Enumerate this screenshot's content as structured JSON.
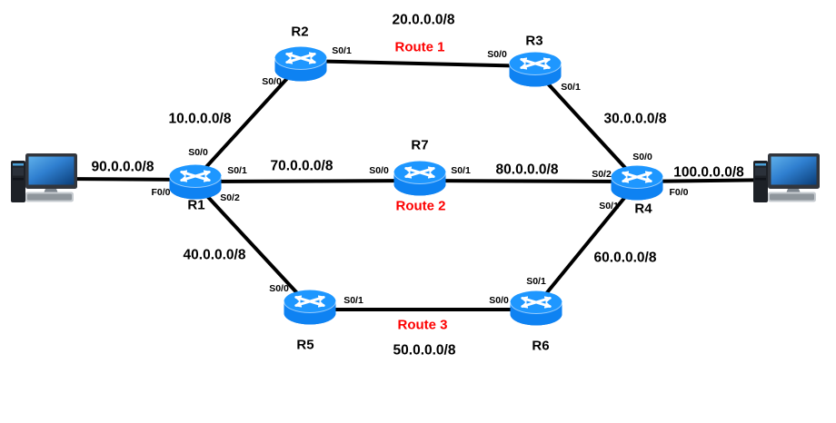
{
  "diagram": {
    "type": "network-topology",
    "colors": {
      "link": "#000000",
      "router_top": "#1e97ff",
      "router_body": "#0e82f2",
      "router_bottom": "#0a6edc",
      "route_label": "#fd0000",
      "text": "#000000",
      "screen_blue": "#2f7fd0"
    },
    "routers": [
      {
        "name": "R1",
        "interfaces": [
          {
            "label": "S0/0"
          },
          {
            "label": "S0/1"
          },
          {
            "label": "S0/2"
          },
          {
            "label": "F0/0"
          }
        ]
      },
      {
        "name": "R2",
        "interfaces": [
          {
            "label": "S0/0"
          },
          {
            "label": "S0/1"
          }
        ]
      },
      {
        "name": "R3",
        "interfaces": [
          {
            "label": "S0/0"
          },
          {
            "label": "S0/1"
          }
        ]
      },
      {
        "name": "R4",
        "interfaces": [
          {
            "label": "S0/0"
          },
          {
            "label": "S0/2"
          },
          {
            "label": "S0/1"
          },
          {
            "label": "F0/0"
          }
        ]
      },
      {
        "name": "R5",
        "interfaces": [
          {
            "label": "S0/0"
          },
          {
            "label": "S0/1"
          }
        ]
      },
      {
        "name": "R6",
        "interfaces": [
          {
            "label": "S0/0"
          },
          {
            "label": "S0/1"
          }
        ]
      },
      {
        "name": "R7",
        "interfaces": [
          {
            "label": "S0/0"
          },
          {
            "label": "S0/1"
          }
        ]
      }
    ],
    "pcs": [
      {
        "id": "pc-left"
      },
      {
        "id": "pc-right"
      }
    ],
    "links": [
      {
        "from": "pc-left",
        "to": "R1",
        "network": "90.0.0.0/8"
      },
      {
        "from": "R1",
        "to": "R2",
        "network": "10.0.0.0/8"
      },
      {
        "from": "R2",
        "to": "R3",
        "network": "20.0.0.0/8",
        "route": "Route 1"
      },
      {
        "from": "R3",
        "to": "R4",
        "network": "30.0.0.0/8"
      },
      {
        "from": "R1",
        "to": "R7",
        "network": "70.0.0.0/8"
      },
      {
        "from": "R7",
        "to": "R4",
        "network": "80.0.0.0/8",
        "route": "Route 2"
      },
      {
        "from": "R4",
        "to": "pc-right",
        "network": "100.0.0.0/8"
      },
      {
        "from": "R1",
        "to": "R5",
        "network": "40.0.0.0/8"
      },
      {
        "from": "R5",
        "to": "R6",
        "network": "50.0.0.0/8",
        "route": "Route 3"
      },
      {
        "from": "R6",
        "to": "R4",
        "network": "60.0.0.0/8"
      }
    ]
  }
}
